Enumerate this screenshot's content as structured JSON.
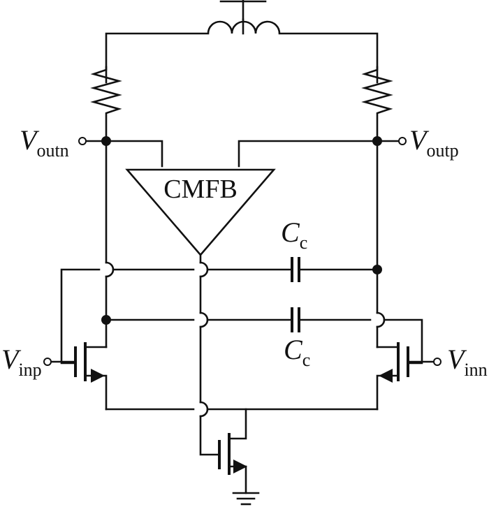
{
  "labels": {
    "vout_n": {
      "main": "V",
      "sub": "outn"
    },
    "vout_p": {
      "main": "V",
      "sub": "outp"
    },
    "vin_p": {
      "main": "V",
      "sub": "inp"
    },
    "vin_n": {
      "main": "V",
      "sub": "inn"
    },
    "cc_top": {
      "main": "C",
      "sub": "c"
    },
    "cc_bottom": {
      "main": "C",
      "sub": "c"
    },
    "cmfb": "CMFB"
  }
}
